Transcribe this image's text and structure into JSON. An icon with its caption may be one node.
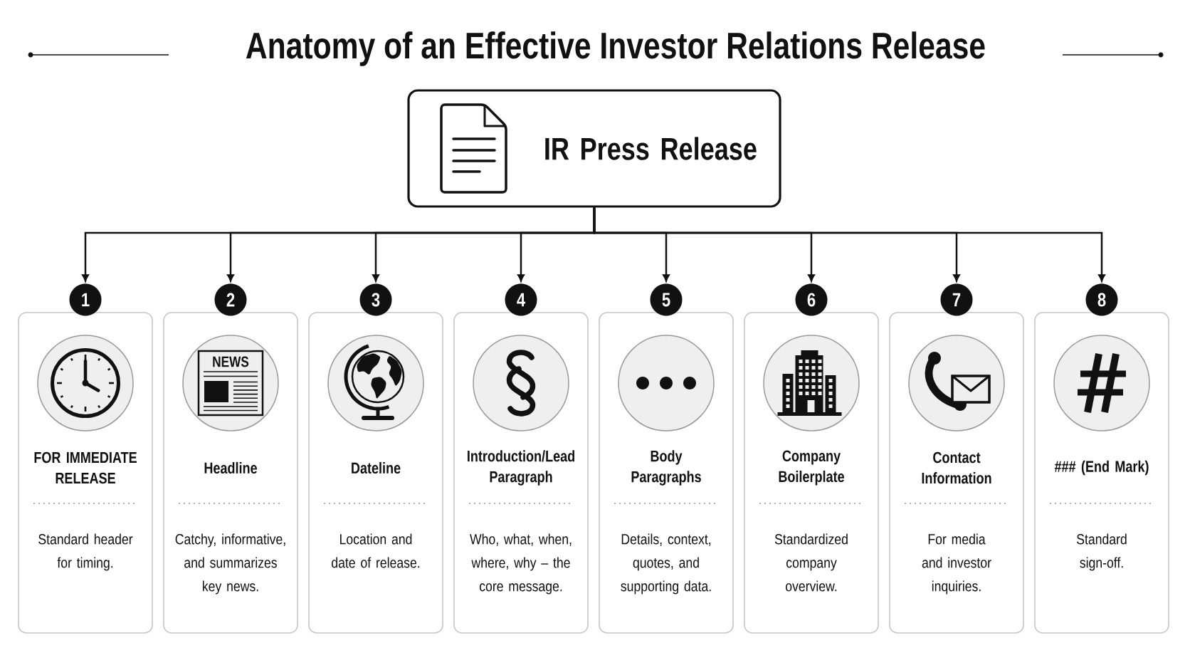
{
  "diagram": {
    "title": "Anatomy of an Effective Investor Relations Release",
    "nodes": [
      {
        "text": [
          "IR Press Release"
        ]
      },
      {
        "text": [
          "1"
        ]
      },
      {
        "text": [
          "FOR IMMEDIATE RELEASE",
          "Standard header for timing."
        ]
      },
      {
        "text": [
          "2"
        ]
      },
      {
        "text": [
          "Headline",
          "Catchy, informative, and summarizes key news."
        ]
      },
      {
        "text": [
          "3"
        ]
      },
      {
        "text": [
          "Dateline",
          "Location and date of release."
        ]
      },
      {
        "text": [
          "4"
        ]
      },
      {
        "text": [
          "Introduction/Lead Paragraph",
          "Who, what, when, where, why – the core message."
        ]
      },
      {
        "text": [
          "5"
        ]
      },
      {
        "text": [
          "Body Paragraphs",
          "Details, context, quotes, and supporting data."
        ]
      },
      {
        "text": [
          "6"
        ]
      },
      {
        "text": [
          "Company Boilerplate",
          "Standardized company overview."
        ]
      },
      {
        "text": [
          "7"
        ]
      },
      {
        "text": [
          "Contact Information",
          "For media and investor inquiries."
        ]
      },
      {
        "text": [
          "8"
        ]
      },
      {
        "text": [
          "### (End Mark)",
          "Standard sign-off."
        ]
      }
    ],
    "edges": [
      {
        "from": 0,
        "to": 1,
        "arrow": "to"
      },
      {
        "from": 0,
        "to": 3,
        "arrow": "to"
      },
      {
        "from": 0,
        "to": 5,
        "arrow": "to"
      },
      {
        "from": 0,
        "to": 7,
        "arrow": "to"
      },
      {
        "from": 0,
        "to": 9,
        "arrow": "to"
      },
      {
        "from": 0,
        "to": 11,
        "arrow": "to"
      },
      {
        "from": 0,
        "to": 13,
        "arrow": "to"
      },
      {
        "from": 0,
        "to": 15,
        "arrow": "to"
      }
    ],
    "labels": [
      "NEWS"
    ]
  }
}
